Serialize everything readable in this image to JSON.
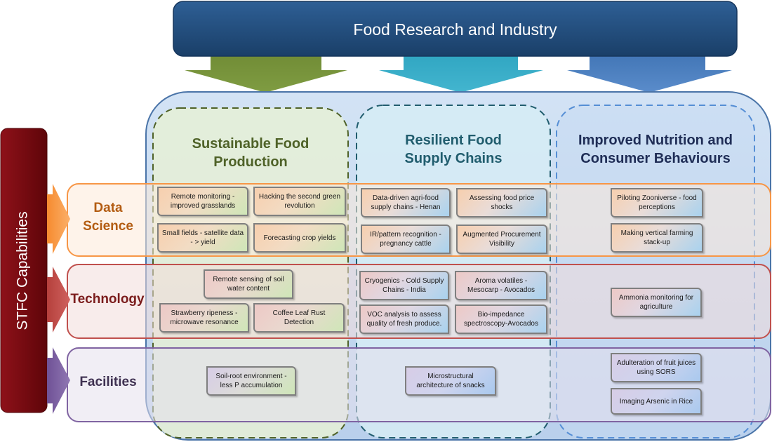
{
  "banner": {
    "title": "Food Research and Industry"
  },
  "side_label": "STFC Capabilities",
  "columns": [
    {
      "line1": "Sustainable Food",
      "line2": "Production",
      "color": "#4f6228"
    },
    {
      "line1": "Resilient Food",
      "line2": "Supply Chains",
      "color": "#215d6e"
    },
    {
      "line1": "Improved Nutrition and",
      "line2": "Consumer Behaviours",
      "color": "#1f2d56"
    }
  ],
  "rows": [
    {
      "line1": "Data",
      "line2": "Science",
      "color": "#b35c12"
    },
    {
      "line1": "Technology",
      "line2": "",
      "color": "#7b1c1c"
    },
    {
      "line1": "Facilities",
      "line2": "",
      "color": "#3f3151"
    }
  ],
  "cards": {
    "remote_monitoring": "Remote monitoring - improved grasslands",
    "hacking_green": "Hacking the second green revolution",
    "small_fields": "Small fields - satellite data - > yield",
    "forecasting": "Forecasting crop yields",
    "data_driven": "Data-driven agri-food supply chains - Henan",
    "food_price": "Assessing food price shocks",
    "ir_pattern": "IR/pattern recognition - pregnancy cattle",
    "procurement": "Augmented Procurement Visibility",
    "zooniverse": "Piloting Zooniverse - food perceptions",
    "vertical_farming": "Making vertical farming stack-up",
    "remote_sensing_soil": "Remote sensing of soil water content",
    "strawberry": "Strawberry ripeness - microwave resonance",
    "coffee_rust": "Coffee Leaf Rust Detection",
    "cryogenics": "Cryogenics - Cold Supply Chains - India",
    "aroma": "Aroma volatiles - Mesocarp - Avocados",
    "voc": "VOC analysis to assess quality of fresh produce.",
    "bio_impedance": "Bio-impedance spectroscopy-Avocados",
    "ammonia": "Ammonia monitoring for agriculture",
    "soil_root": "Soil-root environment - less P accumulation",
    "snacks": "Microstructural architecture of snacks",
    "juices": "Adulteration of fruit juices using SORS",
    "arsenic": "Imaging Arsenic in Rice"
  },
  "colors": {
    "banner": "#1f4e79",
    "side_bar": "#7b0a12",
    "arrow_green": "#77933c",
    "arrow_teal": "#31a8c4",
    "arrow_blue": "#4a7ebb",
    "panel_fill": "#c6d9f1",
    "row_data": "#f79646",
    "row_tech": "#c0504d",
    "row_fac": "#8064a2"
  }
}
